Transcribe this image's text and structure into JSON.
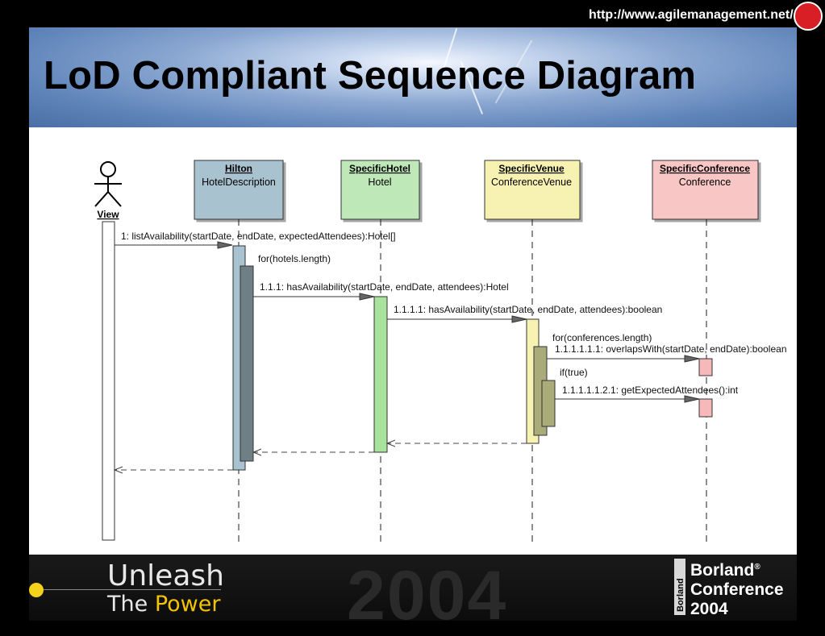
{
  "header": {
    "url": "http://www.agilemanagement.net/",
    "title": "LoD Compliant Sequence Diagram"
  },
  "diagram": {
    "actor": {
      "name": "View"
    },
    "lifelines": [
      {
        "instance": "Hilton",
        "class": "HotelDescription",
        "color": "#a9c2cf"
      },
      {
        "instance": "SpecificHotel",
        "class": "Hotel",
        "color": "#bfe8b8"
      },
      {
        "instance": "SpecificVenue",
        "class": "ConferenceVenue",
        "color": "#f8f2b2"
      },
      {
        "instance": "SpecificConference",
        "class": "Conference",
        "color": "#f9c6c6"
      }
    ],
    "messages": [
      "1: listAvailability(startDate, endDate, expectedAttendees):Hotel[]",
      "1.1.1: hasAvailability(startDate, endDate, attendees):Hotel",
      "1.1.1.1: hasAvailability(startDate, endDate, attendees):boolean",
      "1.1.1.1.1.1: overlapsWith(startDate, endDate):boolean",
      "1.1.1.1.1.2.1: getExpectedAttendees():int"
    ],
    "guards": [
      "for(hotels.length)",
      "for(conferences.length)",
      "if(true)"
    ]
  },
  "footer": {
    "unleash": "Unleash",
    "the": "The ",
    "power": "Power",
    "year": "2004",
    "brand_vertical": "Borland",
    "brand_lines": [
      "Borland",
      "Conference",
      "2004"
    ],
    "brand_mark": "®"
  },
  "colors": {
    "hilton_activation": "#a9c2cf",
    "hilton_inner": "#6f7f86",
    "hotel_activation": "#a8e29c",
    "venue_activation": "#f8f2b2",
    "venue_inner": "#a9ab78",
    "conference_activation": "#f6b8b8"
  }
}
